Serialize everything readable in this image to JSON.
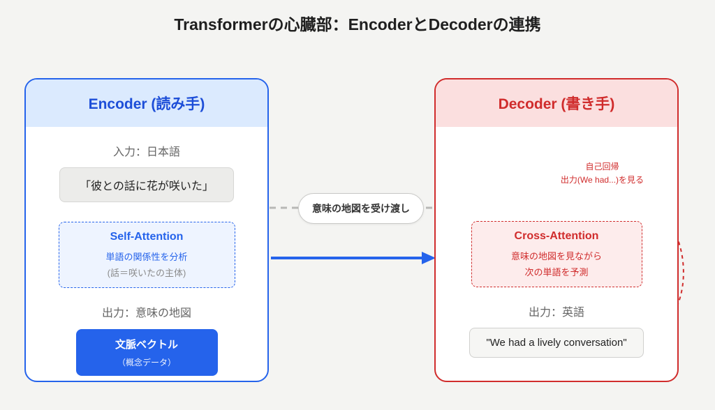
{
  "title": "Transformerの心臓部：EncoderとDecoderの連携",
  "encoder": {
    "header": "Encoder (読み手)",
    "input_label": "入力：日本語",
    "input_text": "「彼との話に花が咲いた」",
    "self_attention": {
      "title": "Self-Attention",
      "desc": "単語の関係性を分析",
      "note": "(話＝咲いたの主体)"
    },
    "output_label": "出力：意味の地図",
    "vector": {
      "title": "文脈ベクトル",
      "sub": "（概念データ）"
    }
  },
  "connector": {
    "pill_label": "意味の地図を受け渡し"
  },
  "decoder": {
    "header": "Decoder (書き手)",
    "annotation_line1": "自己回帰",
    "annotation_line2": "出力(We had...)を見る",
    "cross_attention": {
      "title": "Cross-Attention",
      "desc_line1": "意味の地図を見ながら",
      "desc_line2": "次の単語を予測"
    },
    "output_label": "出力：英語",
    "output_text": "\"We had a lively conversation\""
  },
  "colors": {
    "blue": "#2563eb",
    "blue_dark": "#1d4ed8",
    "light_blue": "#dbeafe",
    "red": "#d02c2c",
    "light_red": "#fbdfdf",
    "gray_line": "#b8b8b6"
  }
}
